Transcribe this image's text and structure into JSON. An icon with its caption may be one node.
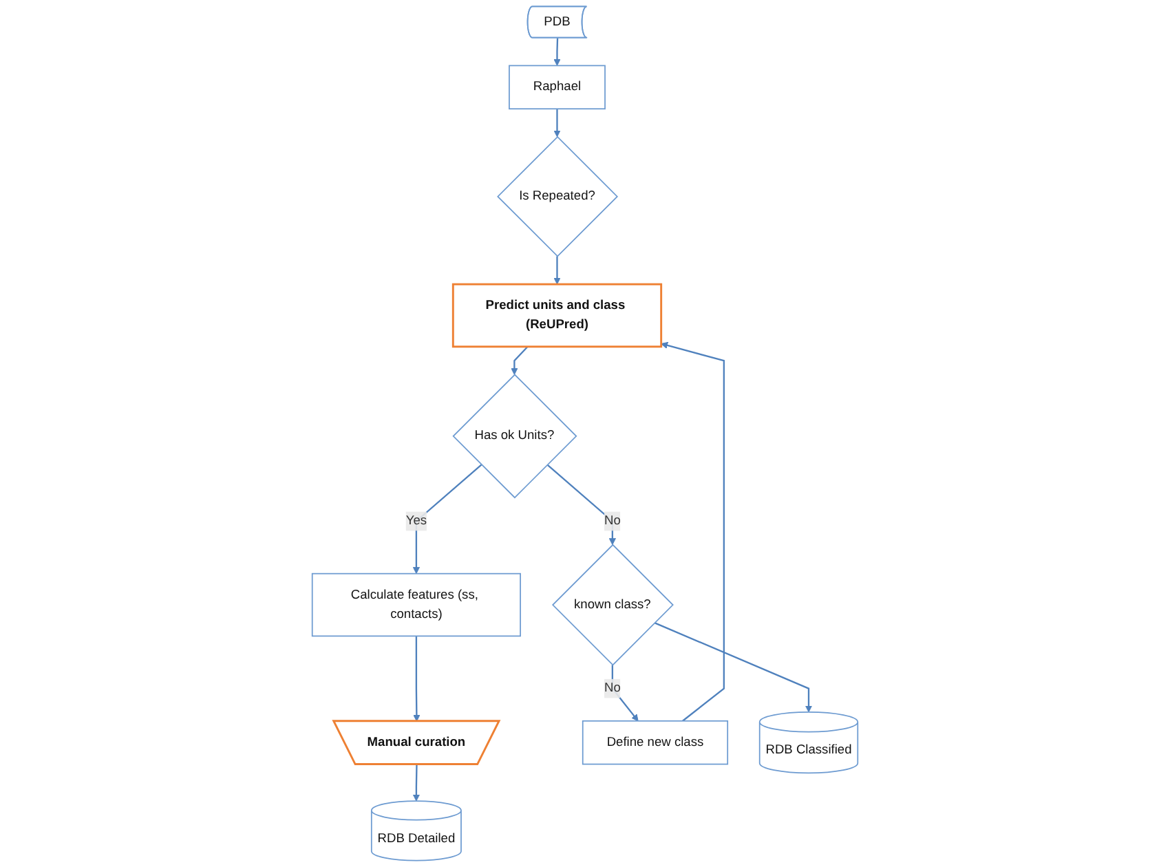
{
  "diagram": {
    "nodes": [
      {
        "text": [
          "PDB"
        ]
      },
      {
        "text": [
          "Raphael"
        ]
      },
      {
        "text": [
          "Is Repeated?"
        ]
      },
      {
        "text": [
          "Predict units and class (ReUPred)"
        ]
      },
      {
        "text": [
          "Has ok Units?"
        ]
      },
      {
        "text": [
          "Calculate features (ss, contacts)"
        ]
      },
      {
        "text": [
          "Manual curation"
        ]
      },
      {
        "text": [
          "RDB Detailed"
        ]
      },
      {
        "text": [
          "known class?"
        ]
      },
      {
        "text": [
          "Define new class"
        ]
      },
      {
        "text": [
          "RDB Classified"
        ]
      }
    ],
    "edges": [
      {
        "from": 0,
        "to": 1,
        "arrow": "to"
      },
      {
        "from": 1,
        "to": 2,
        "arrow": "to"
      },
      {
        "from": 2,
        "to": 3,
        "arrow": "to"
      },
      {
        "from": 3,
        "to": 4,
        "arrow": "to"
      },
      {
        "from": 4,
        "to": 5,
        "arrow": "to",
        "label": "Yes"
      },
      {
        "from": 5,
        "to": 6,
        "arrow": "to"
      },
      {
        "from": 6,
        "to": 7,
        "arrow": "to"
      },
      {
        "from": 4,
        "to": 8,
        "arrow": "to",
        "label": "No"
      },
      {
        "from": 8,
        "to": 9,
        "arrow": "to",
        "label": "No"
      },
      {
        "from": 8,
        "to": 10,
        "arrow": "to"
      },
      {
        "from": 9,
        "to": 3,
        "arrow": "to"
      }
    ]
  }
}
